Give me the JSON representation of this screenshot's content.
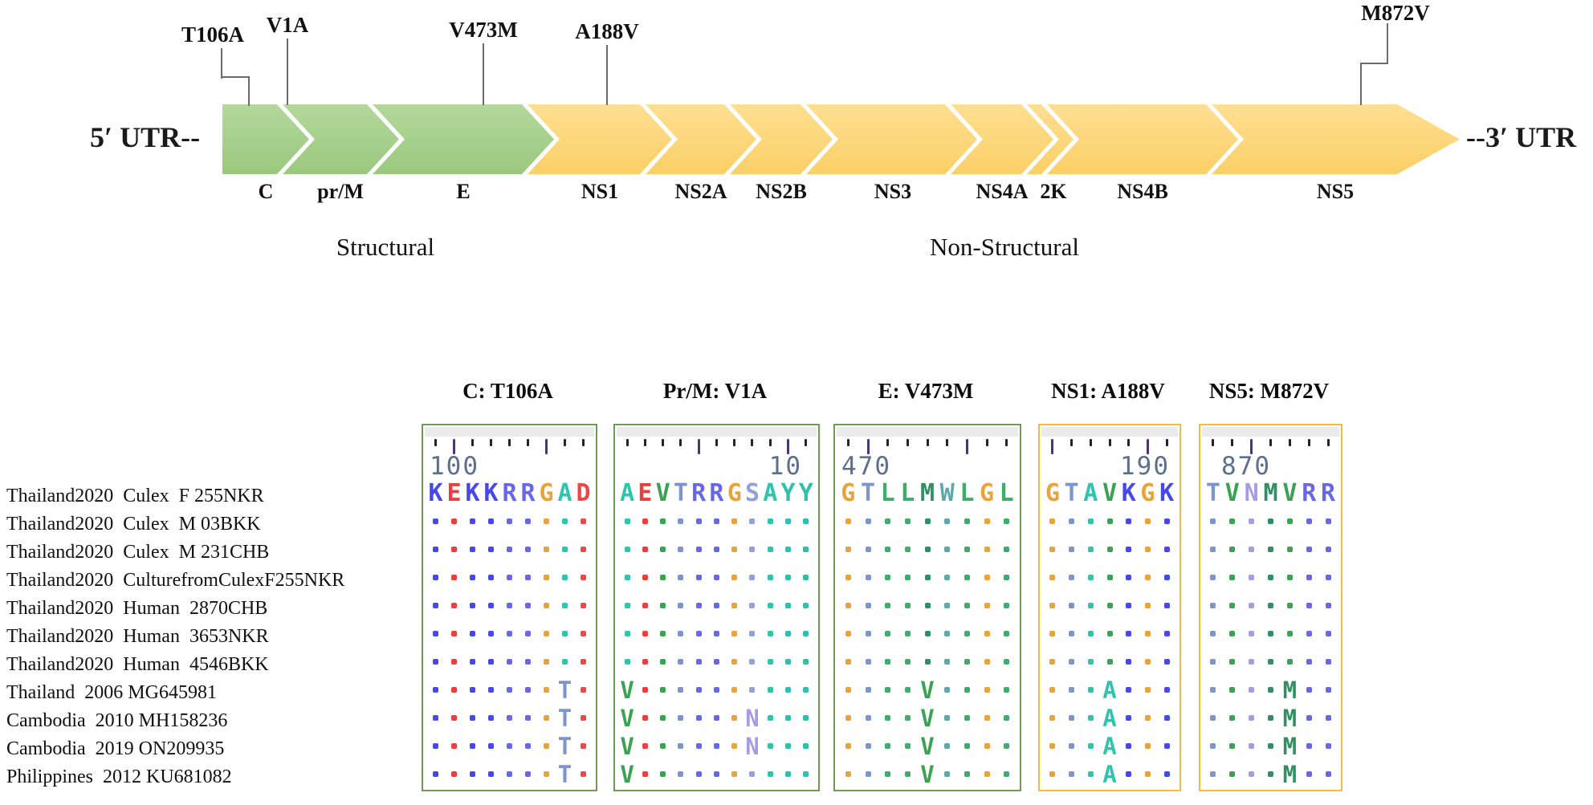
{
  "genome": {
    "utr5": "5′ UTR--",
    "utr3": "--3′ UTR",
    "section_labels": {
      "structural": "Structural",
      "non_structural": "Non-Structural"
    },
    "colors": {
      "structural_top": "#b3d89b",
      "structural_bottom": "#9bc87e",
      "nonstructural_top": "#fedf92",
      "nonstructural_bottom": "#facf66",
      "leader_line": "#6b6b6b"
    },
    "segments": [
      {
        "label": "C",
        "type": "structural"
      },
      {
        "label": "pr/M",
        "type": "structural"
      },
      {
        "label": "E",
        "type": "structural"
      },
      {
        "label": "NS1",
        "type": "non_structural"
      },
      {
        "label": "NS2A",
        "type": "non_structural"
      },
      {
        "label": "NS2B",
        "type": "non_structural"
      },
      {
        "label": "NS3",
        "type": "non_structural"
      },
      {
        "label": "NS4A",
        "type": "non_structural"
      },
      {
        "label": "2K",
        "type": "non_structural"
      },
      {
        "label": "NS4B",
        "type": "non_structural"
      },
      {
        "label": "NS5",
        "type": "non_structural"
      }
    ],
    "mutations": [
      {
        "label": "T106A"
      },
      {
        "label": "V1A"
      },
      {
        "label": "V473M"
      },
      {
        "label": "A188V"
      },
      {
        "label": "M872V"
      }
    ]
  },
  "alignment": {
    "strains": [
      "Thailand2020  Culex  F 255NKR",
      "Thailand2020  Culex  M 03BKK",
      "Thailand2020  Culex  M 231CHB",
      "Thailand2020  CulturefromCulexF255NKR",
      "Thailand2020  Human  2870CHB",
      "Thailand2020  Human  3653NKR",
      "Thailand2020  Human  4546BKK",
      "Thailand  2006 MG645981",
      "Cambodia  2010 MH158236",
      "Cambodia  2019 ON209935",
      "Philippines  2012 KU681082"
    ],
    "aa_colors": {
      "K": "#4747ee",
      "E": "#ee3d3d",
      "R": "#6868e6",
      "G": "#eaa339",
      "A": "#2fc4ae",
      "D": "#ee4747",
      "V": "#3aa351",
      "T": "#7e95cb",
      "S": "#92a2d8",
      "Y": "#2fbfae",
      "N": "#a59ce4",
      "M": "#2e9162",
      "W": "#5ea7ab",
      "L": "#3ead6c"
    },
    "boxes": [
      {
        "title": "C: T106A",
        "border": "#6f9a56",
        "position_label": "100",
        "pos_align": "left",
        "ticks": [
          0,
          1,
          0,
          0,
          0,
          0,
          1,
          0,
          0
        ],
        "reference": "KEKKRRGAD",
        "rows": [
          ".........",
          ".........",
          ".........",
          ".........",
          ".........",
          ".........",
          ".......T.",
          ".......T.",
          ".......T.",
          ".......T."
        ]
      },
      {
        "title": "Pr/M: V1A",
        "border": "#6f9a56",
        "position_label": "10",
        "pos_align": "right",
        "ticks": [
          0,
          0,
          0,
          0,
          1,
          0,
          0,
          0,
          0,
          1,
          0
        ],
        "reference": "AEVTRRGSAYY",
        "rows": [
          "...........",
          "...........",
          "...........",
          "...........",
          "...........",
          "...........",
          "V..........",
          "V......N...",
          "V......N...",
          "V.........."
        ]
      },
      {
        "title": "E: V473M",
        "border": "#6f9a56",
        "position_label": "470",
        "pos_align": "left",
        "ticks": [
          0,
          1,
          0,
          0,
          0,
          0,
          1,
          0,
          0
        ],
        "reference": "GTLLMWLGL",
        "rows": [
          ".........",
          ".........",
          ".........",
          ".........",
          ".........",
          ".........",
          "....V....",
          "....V....",
          "....V....",
          "....V...."
        ]
      },
      {
        "title": "NS1: A188V",
        "border": "#f5bb3d",
        "position_label": "190",
        "pos_align": "right",
        "ticks": [
          1,
          0,
          0,
          0,
          0,
          1,
          0
        ],
        "reference": "GTAVKGK",
        "rows": [
          ".......",
          ".......",
          ".......",
          ".......",
          ".......",
          ".......",
          "...A...",
          "...A...",
          "...A...",
          "...A..."
        ]
      },
      {
        "title": "NS5: M872V",
        "border": "#f5bb3d",
        "position_label": "870",
        "pos_align": "left",
        "ticks": [
          0,
          0,
          1,
          0,
          0,
          0,
          0
        ],
        "reference": "TVNMVRR",
        "rows": [
          ".......",
          ".......",
          ".......",
          ".......",
          ".......",
          ".......",
          "....M..",
          "....M..",
          "....M..",
          "....M.."
        ]
      }
    ]
  }
}
